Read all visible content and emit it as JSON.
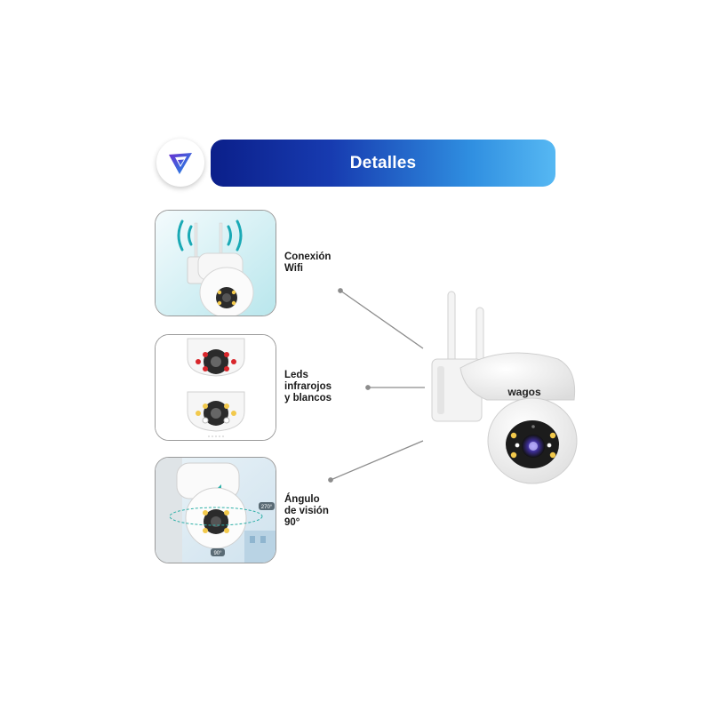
{
  "header": {
    "title": "Detalles"
  },
  "features": [
    {
      "id": "wifi",
      "label": "Conexión\nWifi"
    },
    {
      "id": "leds",
      "label": "Leds\ninfrarojos\ny blancos"
    },
    {
      "id": "angle",
      "label": "Ángulo\nde visión\n90°"
    }
  ],
  "angle_badges": {
    "horizontal": "270°",
    "vertical": "90°"
  },
  "product": {
    "brand": "wagos"
  },
  "colors": {
    "banner_start": "#0b1f8a",
    "banner_end": "#56b8f3",
    "card_border": "#9a9a9a",
    "wifi_wave": "#1aa9b5",
    "ir_led": "#d8262b",
    "white_led": "#f2c94c"
  },
  "icons": [
    "logo-icon",
    "wifi-signal-icon"
  ]
}
